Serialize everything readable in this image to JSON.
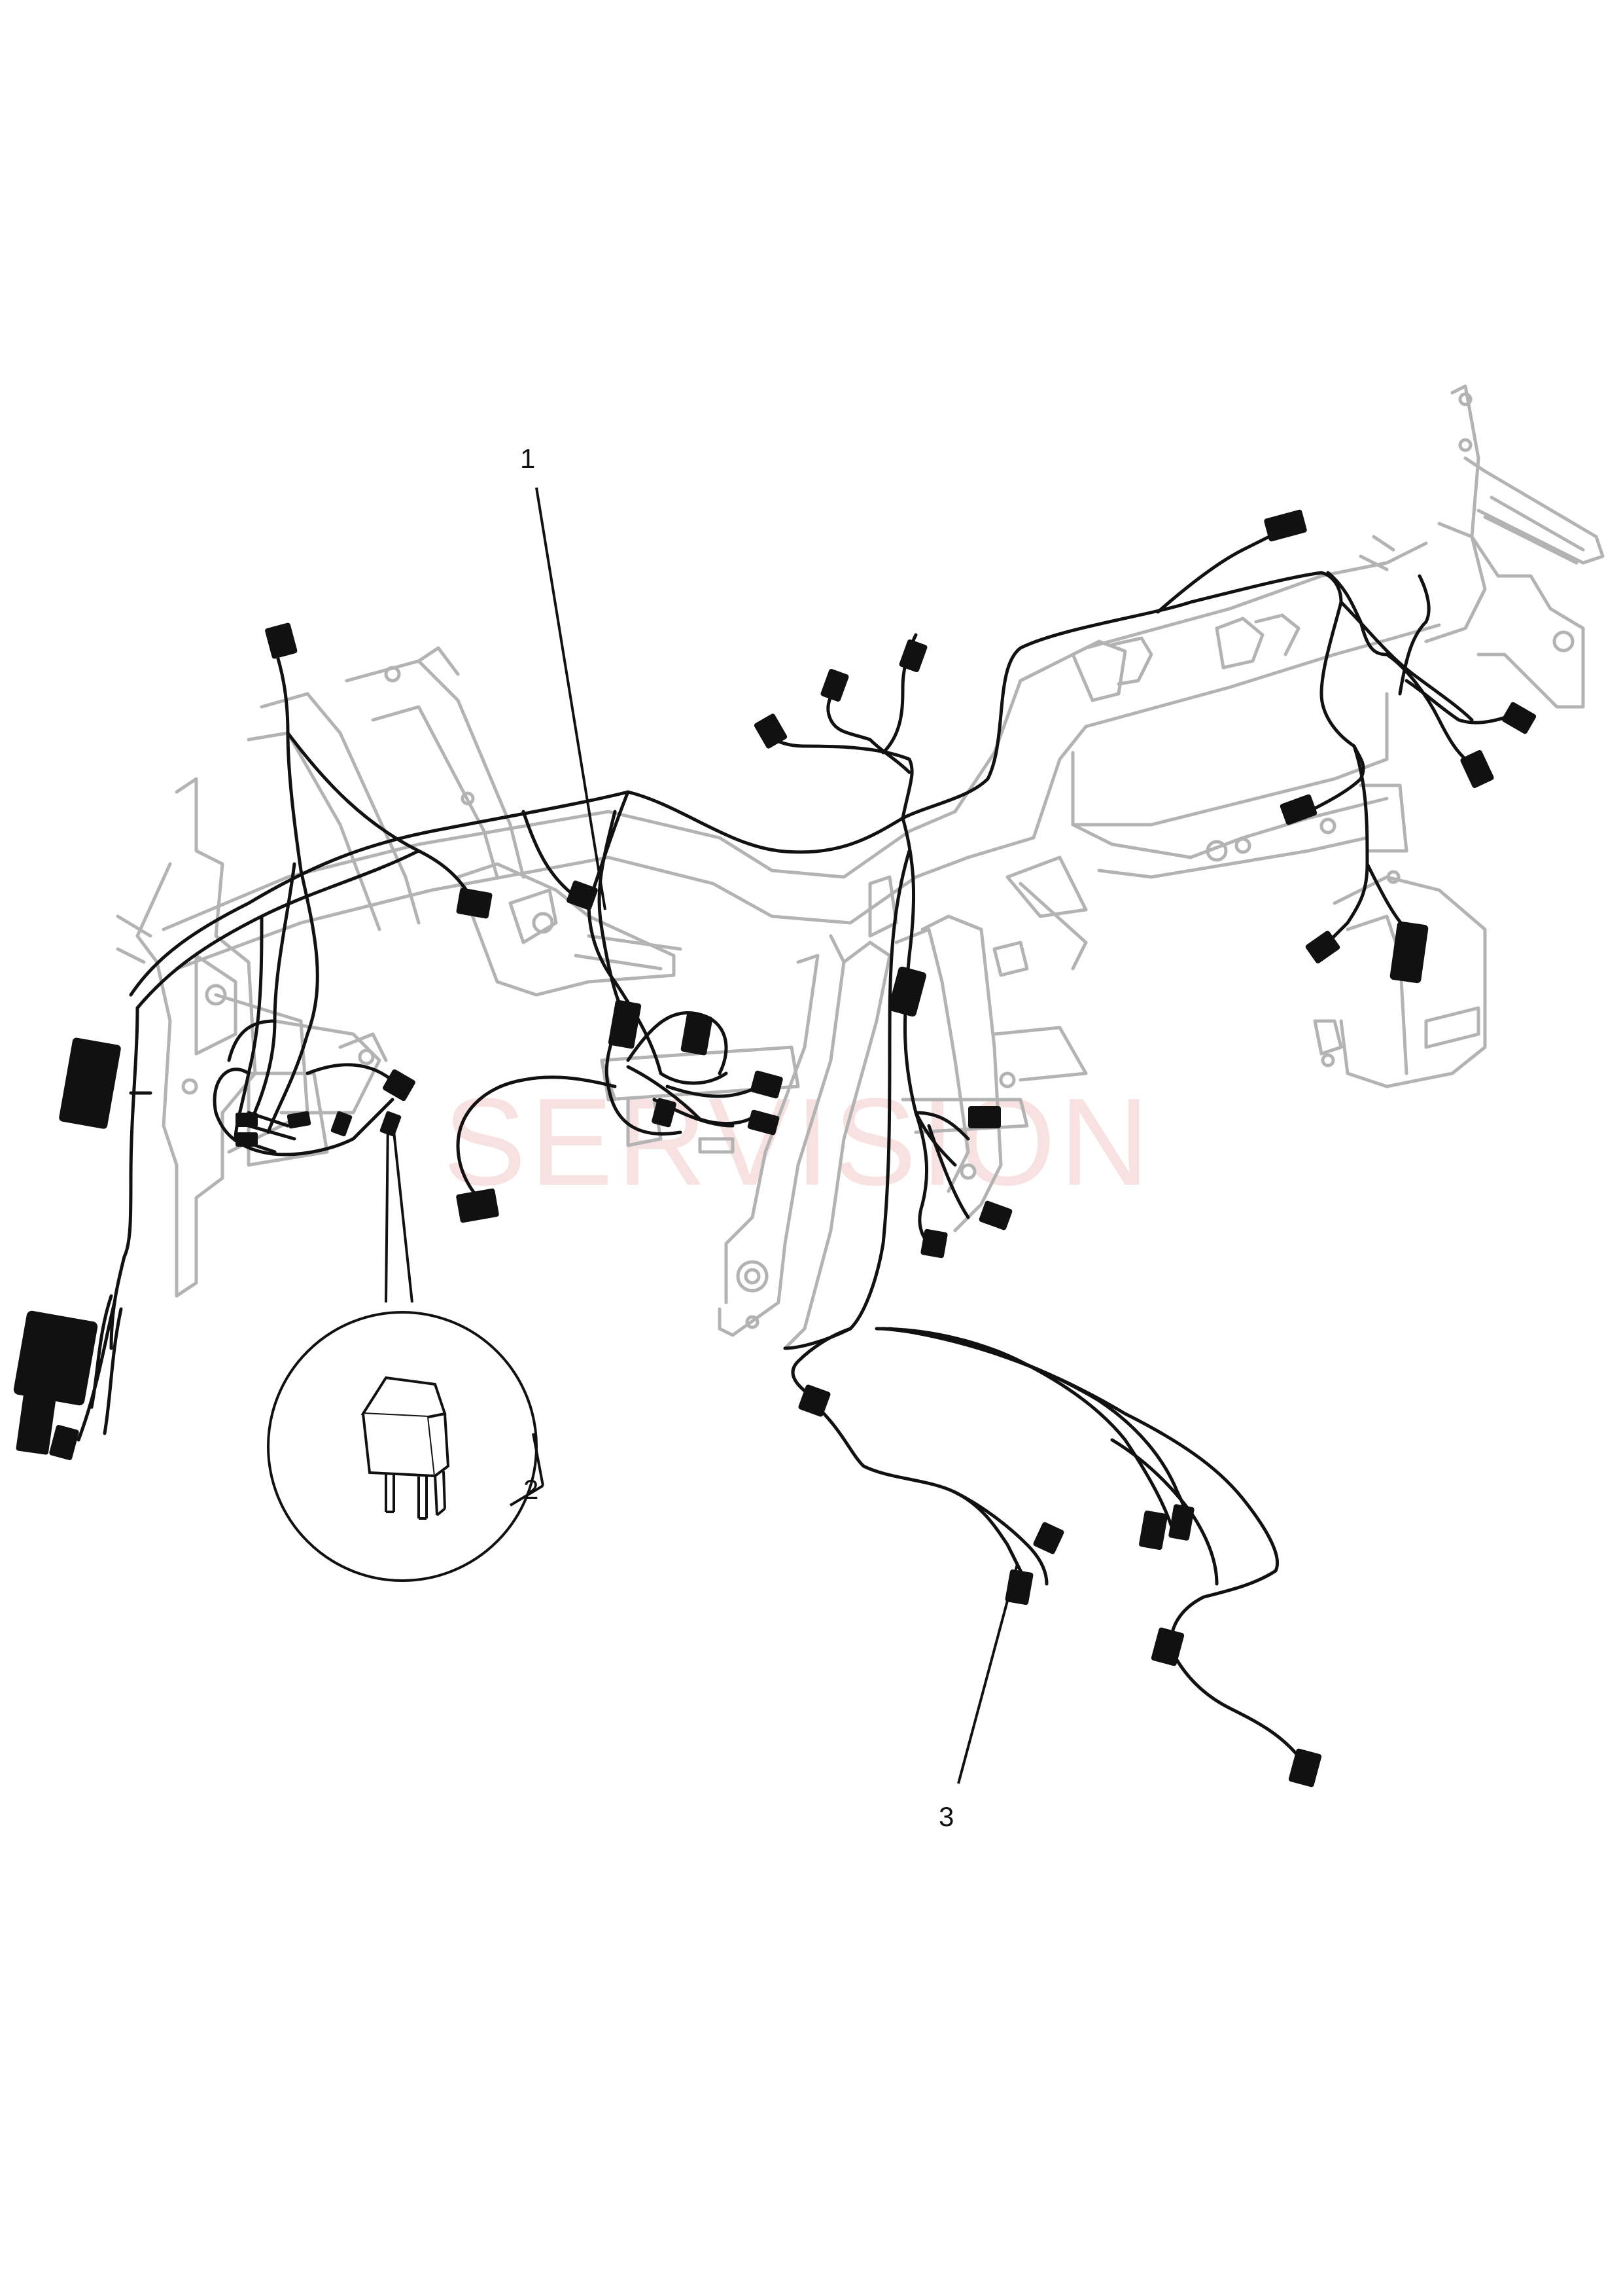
{
  "watermark": "SERVISION",
  "callouts": [
    {
      "id": "1",
      "label": "1"
    },
    {
      "id": "2",
      "label": "2"
    },
    {
      "id": "3",
      "label": "3"
    }
  ],
  "colors": {
    "frame": "#b3b3b3",
    "wire": "#111111",
    "watermark": "#f2c9c9"
  }
}
